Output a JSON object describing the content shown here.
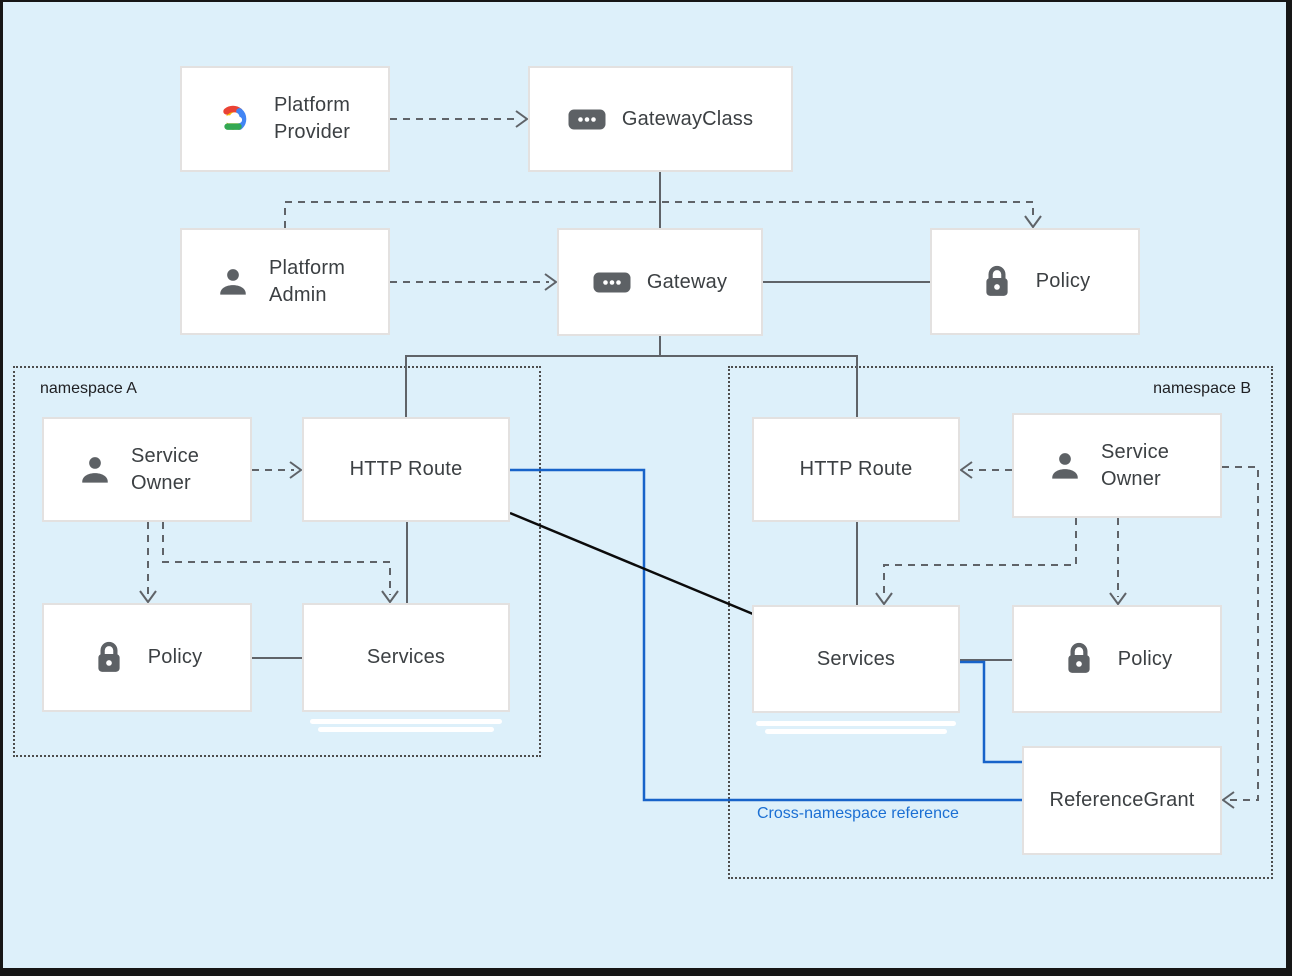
{
  "colors": {
    "background": "#ddf0fa",
    "box-bg": "#ffffff",
    "box-border": "#e3e1e0",
    "text": "#3c4043",
    "line": "#5f6368",
    "icon": "#5d6165",
    "blue-line": "#1763c9",
    "blue-text": "#1b6fd3",
    "black-line": "#0b0b0b",
    "ns-border": "#4d4d4d"
  },
  "namespaces": [
    {
      "label": "namespace A"
    },
    {
      "label": "namespace B"
    }
  ],
  "nodes": {
    "platform_provider": {
      "label": "Platform Provider",
      "icon": "google-cloud-logo"
    },
    "gateway_class": {
      "label": "GatewayClass",
      "icon": "resource-chip"
    },
    "platform_admin": {
      "label": "Platform Admin",
      "icon": "person"
    },
    "gateway": {
      "label": "Gateway",
      "icon": "resource-chip"
    },
    "policy_cluster": {
      "label": "Policy",
      "icon": "lock"
    },
    "service_owner_a": {
      "label": "Service Owner",
      "icon": "person"
    },
    "http_route_a": {
      "label": "HTTP Route"
    },
    "policy_a": {
      "label": "Policy",
      "icon": "lock"
    },
    "services_a": {
      "label": "Services"
    },
    "http_route_b": {
      "label": "HTTP Route"
    },
    "service_owner_b": {
      "label": "Service Owner",
      "icon": "person"
    },
    "services_b": {
      "label": "Services"
    },
    "policy_b": {
      "label": "Policy",
      "icon": "lock"
    },
    "reference_grant": {
      "label": "ReferenceGrant"
    }
  },
  "annotations": {
    "cross_namespace": "Cross-namespace reference"
  }
}
